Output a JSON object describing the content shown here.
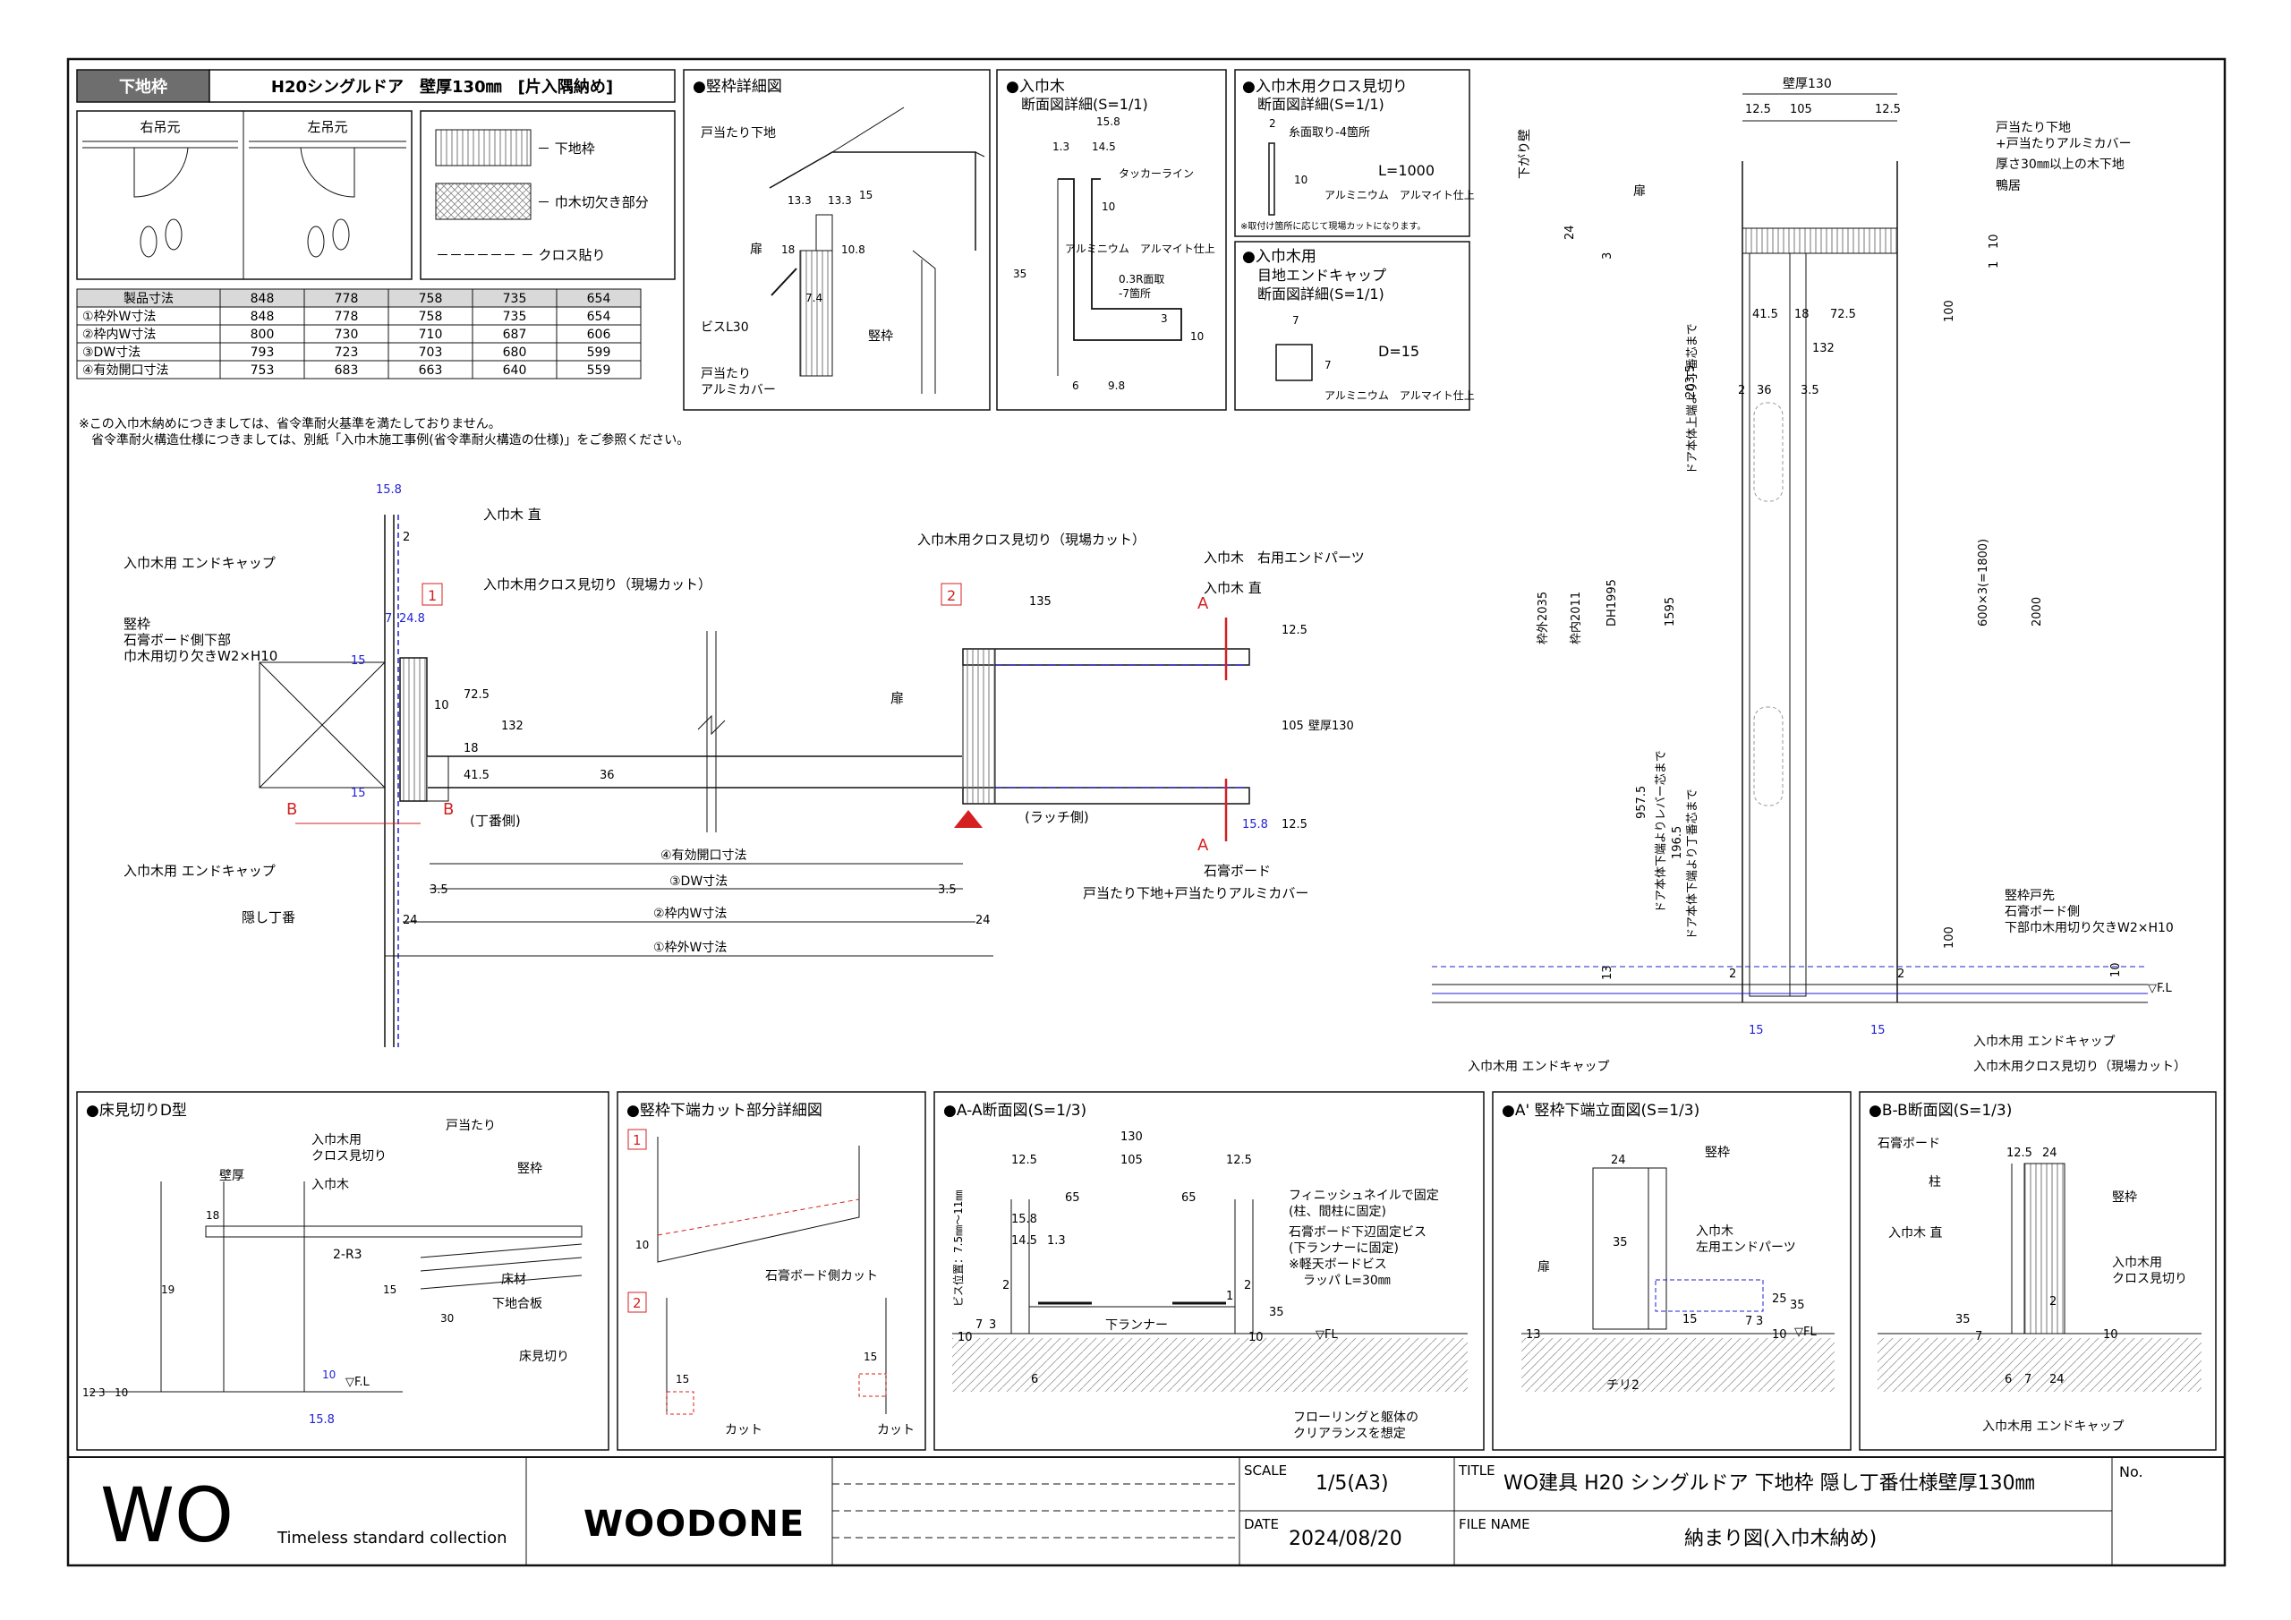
{
  "header": {
    "frame_tag": "下地枠",
    "frame_title": "H20シングルドア　壁厚130㎜　[片入隅納め]"
  },
  "door_swing": {
    "right_label": "右吊元",
    "left_label": "左吊元"
  },
  "legend": {
    "items": [
      {
        "label": "－ 下地枠"
      },
      {
        "label": "－ 巾木切欠き部分"
      },
      {
        "label": "－－－－－－ － クロス貼り"
      }
    ]
  },
  "size_table": {
    "headers": [
      "製品寸法",
      "848",
      "778",
      "758",
      "735",
      "654"
    ],
    "rows": [
      [
        "①枠外W寸法",
        "848",
        "778",
        "758",
        "735",
        "654"
      ],
      [
        "②枠内W寸法",
        "800",
        "730",
        "710",
        "687",
        "606"
      ],
      [
        "③DW寸法",
        "793",
        "723",
        "703",
        "680",
        "599"
      ],
      [
        "④有効開口寸法",
        "753",
        "683",
        "663",
        "640",
        "559"
      ]
    ]
  },
  "notes": [
    "※この入巾木納めにつきましては、省令準耐火基準を満たしておりません。",
    "　省令準耐火構造仕様につきましては、別紙「入巾木施工事例(省令準耐火構造の仕様)」をご参照ください。"
  ],
  "panel_frame_detail": {
    "title": "●竪枠詳細図",
    "labels": [
      "戸当たり下地",
      "扉",
      "ビスL30",
      "戸当たり",
      "アルミカバー",
      "竪枠"
    ],
    "dims": [
      "13.3",
      "13.3",
      "15",
      "18",
      "10.8",
      "7.4"
    ]
  },
  "panel_baseboard": {
    "title": "●入巾木",
    "subtitle": "断面図詳細(S=1/1)",
    "labels": [
      "タッカーライン",
      "アルミニウム　アルマイト仕上",
      "0.3R面取",
      "-7箇所"
    ],
    "dims": [
      "15.8",
      "1.3",
      "14.5",
      "10",
      "35",
      "3",
      "10",
      "6",
      "9.8"
    ]
  },
  "panel_cross_cut": {
    "title": "●入巾木用クロス見切り",
    "subtitle": "断面図詳細(S=1/1)",
    "labels": [
      "糸面取り-4箇所",
      "L=1000",
      "アルミニウム　アルマイト仕上",
      "※取付け箇所に応じて現場カットになります。"
    ],
    "dims": [
      "2",
      "10"
    ]
  },
  "panel_end_cap": {
    "title": "●入巾木用",
    "subtitle1": "目地エンドキャップ",
    "subtitle2": "断面図詳細(S=1/1)",
    "labels": [
      "D=15",
      "アルミニウム　アルマイト仕上"
    ],
    "dims": [
      "7",
      "7"
    ]
  },
  "plan": {
    "labels": [
      "入巾木 直",
      "入巾木用 エンドキャップ",
      "入巾木用クロス見切り（現場カット）",
      "竪枠",
      "石膏ボード側下部",
      "巾木用切り欠きW2×H10",
      "入巾木用 エンドキャップ",
      "隠し丁番",
      "(丁番側)",
      "扉",
      "入巾木用クロス見切り（現場カット）",
      "入巾木　右用エンドパーツ",
      "入巾木 直",
      "(ラッチ側)",
      "石膏ボード",
      "戸当たり下地+戸当たりアルミカバー"
    ],
    "dims": [
      "15.8",
      "2",
      "7",
      "24.8",
      "15",
      "10",
      "72.5",
      "132",
      "18",
      "41.5",
      "36",
      "15",
      "135",
      "12.5",
      "105",
      "壁厚130",
      "12.5",
      "15.8",
      "3.5",
      "3.5",
      "24",
      "24"
    ],
    "dim_lines": [
      "④有効開口寸法",
      "③DW寸法",
      "②枠内W寸法",
      "①枠外W寸法"
    ],
    "markers": [
      "1",
      "2",
      "A",
      "A",
      "B",
      "B"
    ]
  },
  "elevation": {
    "labels": [
      "壁厚130",
      "戸当たり下地",
      "+戸当たりアルミカバー",
      "厚さ30㎜以上の木下地",
      "鴨居",
      "扉",
      "下がり壁",
      "ドア本体上端より丁番芯まで",
      "ドア本体下端よりレバー芯まで",
      "ドア本体下端より丁番芯まで",
      "竪枠戸先",
      "石膏ボード側",
      "下部巾木用切り欠きW2×H10",
      "入巾木用 エンドキャップ",
      "入巾木用 エンドキャップ",
      "入巾木用クロス見切り（現場カット）",
      "▽F.L"
    ],
    "dims": [
      "12.5",
      "105",
      "12.5",
      "24",
      "3",
      "1",
      "10",
      "41.5",
      "18",
      "72.5",
      "132",
      "2",
      "36",
      "3.5",
      "100",
      "203.5",
      "枠外2035",
      "枠内2011",
      "DH1995",
      "1595",
      "600×3(=1800)",
      "2000",
      "957.5",
      "196.5",
      "100",
      "13",
      "2",
      "2",
      "10",
      "15",
      "15"
    ]
  },
  "panel_floor_d": {
    "title": "●床見切りD型",
    "labels": [
      "壁厚",
      "入巾木用",
      "クロス見切り",
      "入巾木",
      "戸当たり",
      "竪枠",
      "2-R3",
      "床材",
      "下地合板",
      "床見切り",
      "▽F.L"
    ],
    "dims": [
      "18",
      "19",
      "15",
      "30",
      "12",
      "3",
      "10",
      "10",
      "15.8"
    ]
  },
  "panel_bottom_cut": {
    "title": "●竪枠下端カット部分詳細図",
    "labels": [
      "石膏ボード側カット",
      "カット",
      "カット"
    ],
    "dims": [
      "10",
      "15",
      "15"
    ],
    "markers": [
      "1",
      "2"
    ]
  },
  "panel_aa": {
    "title": "●A-A断面図(S=1/3)",
    "labels": [
      "フィニッシュネイルで固定",
      "(柱、間柱に固定)",
      "石膏ボード下辺固定ビス",
      "(下ランナーに固定)",
      "※軽天ボードビス",
      "ラッパ L=30㎜",
      "下ランナー",
      "フローリングと躯体の",
      "クリアランスを想定",
      "ビス位置：7.5㎜～11㎜",
      "▽FL"
    ],
    "dims": [
      "130",
      "12.5",
      "105",
      "12.5",
      "65",
      "65",
      "15.8",
      "14.5",
      "1.3",
      "2",
      "10",
      "7",
      "3",
      "6",
      "10",
      "35",
      "2",
      "1"
    ]
  },
  "panel_a_prime": {
    "title": "●A' 竪枠下端立面図(S=1/3)",
    "labels": [
      "竪枠",
      "入巾木",
      "左用エンドパーツ",
      "扉",
      "チリ2",
      "▽FL"
    ],
    "dims": [
      "24",
      "35",
      "13",
      "15",
      "7",
      "3",
      "25",
      "10",
      "35"
    ]
  },
  "panel_bb": {
    "title": "●B-B断面図(S=1/3)",
    "labels": [
      "石膏ボード",
      "柱",
      "竪枠",
      "入巾木 直",
      "入巾木用",
      "クロス見切り",
      "入巾木用 エンドキャップ"
    ],
    "dims": [
      "12.5",
      "24",
      "35",
      "7",
      "2",
      "6",
      "7",
      "24",
      "10"
    ]
  },
  "title_block": {
    "brand": "WO",
    "tagline": "Timeless standard collection",
    "maker": "WOODONE",
    "scale_label": "SCALE",
    "scale": "1/5(A3)",
    "date_label": "DATE",
    "date": "2024/08/20",
    "title_label": "TITLE",
    "title": "WO建具 H20 シングルドア 下地枠 隠し丁番仕様壁厚130㎜",
    "file_label": "FILE NAME",
    "file": "納まり図(入巾木納め)",
    "no_label": "No."
  },
  "colors": {
    "line": "#111111",
    "dim_blue": "#1f1fd6",
    "mark_red": "#d42020",
    "header_fill": "#6e6e6e",
    "table_header_fill": "#d9d9d9"
  }
}
